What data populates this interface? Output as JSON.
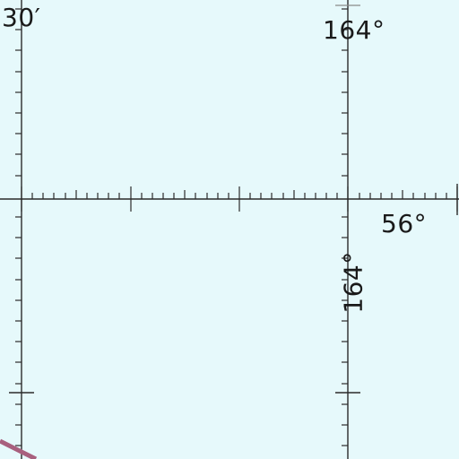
{
  "map": {
    "labels": {
      "top_left": "30′",
      "top_right_lon": "164°",
      "lat": "56°",
      "rotated_lon": "164°"
    },
    "colors": {
      "water": "#e6f9fb",
      "grid_line": "#2b2b2b",
      "boundary": "#a8607e"
    }
  }
}
